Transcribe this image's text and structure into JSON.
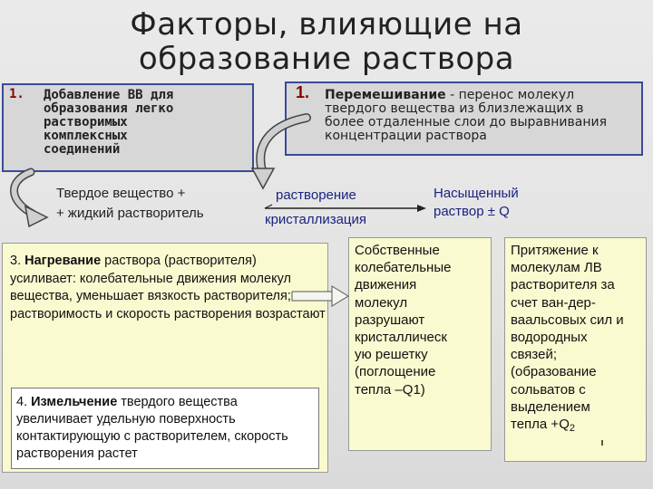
{
  "title": {
    "line1": "Факторы, влияющие на",
    "line2": "образование раствора"
  },
  "factor1": {
    "number": "1.",
    "lines": [
      "Добавление ВВ для",
      "образования легко",
      "растворимых",
      "комплексных",
      "соединений"
    ]
  },
  "factor2": {
    "number": "1.",
    "bold": "Перемешивание",
    "rest_line1": " - перенос молекул",
    "line2": "твердого вещества из близлежащих в",
    "line3": "более отдаленные слои до выравнивания",
    "line4": "концентрации раствора"
  },
  "reaction": {
    "reactant_line1": "Твердое вещество +",
    "reactant_line2": "+ жидкий растворитель",
    "forward": "растворение",
    "reverse": "кристаллизация",
    "product_line1": "Насыщенный",
    "product_line2": "раствор  ± Q"
  },
  "factor3": {
    "prefix": "3. ",
    "bold": "Нагревание",
    "rest": " раствора (растворителя) усиливает: колебательные движения молекул вещества, уменьшает вязкость растворителя; растворимость и скорость растворения возрастают"
  },
  "factor4": {
    "prefix": "4. ",
    "bold": "Измельчение",
    "rest": " твердого вещества увеличивает удельную поверхность контактирующую с растворителем, скорость растворения растет"
  },
  "effect_left": {
    "lines": [
      "Собственные",
      "колебательные",
      "движения",
      "молекул",
      "разрушают",
      "кристаллическ",
      "ую решетку",
      "(поглощение",
      "тепла –Q1)"
    ]
  },
  "effect_right": {
    "lines": [
      "Притяжение к",
      "молекулам ЛВ",
      "растворителя за",
      "счет ван-дер-",
      "ваальсовых сил и",
      "водородных",
      "связей;",
      "(образование",
      "сольватов с",
      "выделением"
    ],
    "last_prefix": "тепла +Q",
    "last_sub": "2"
  }
}
